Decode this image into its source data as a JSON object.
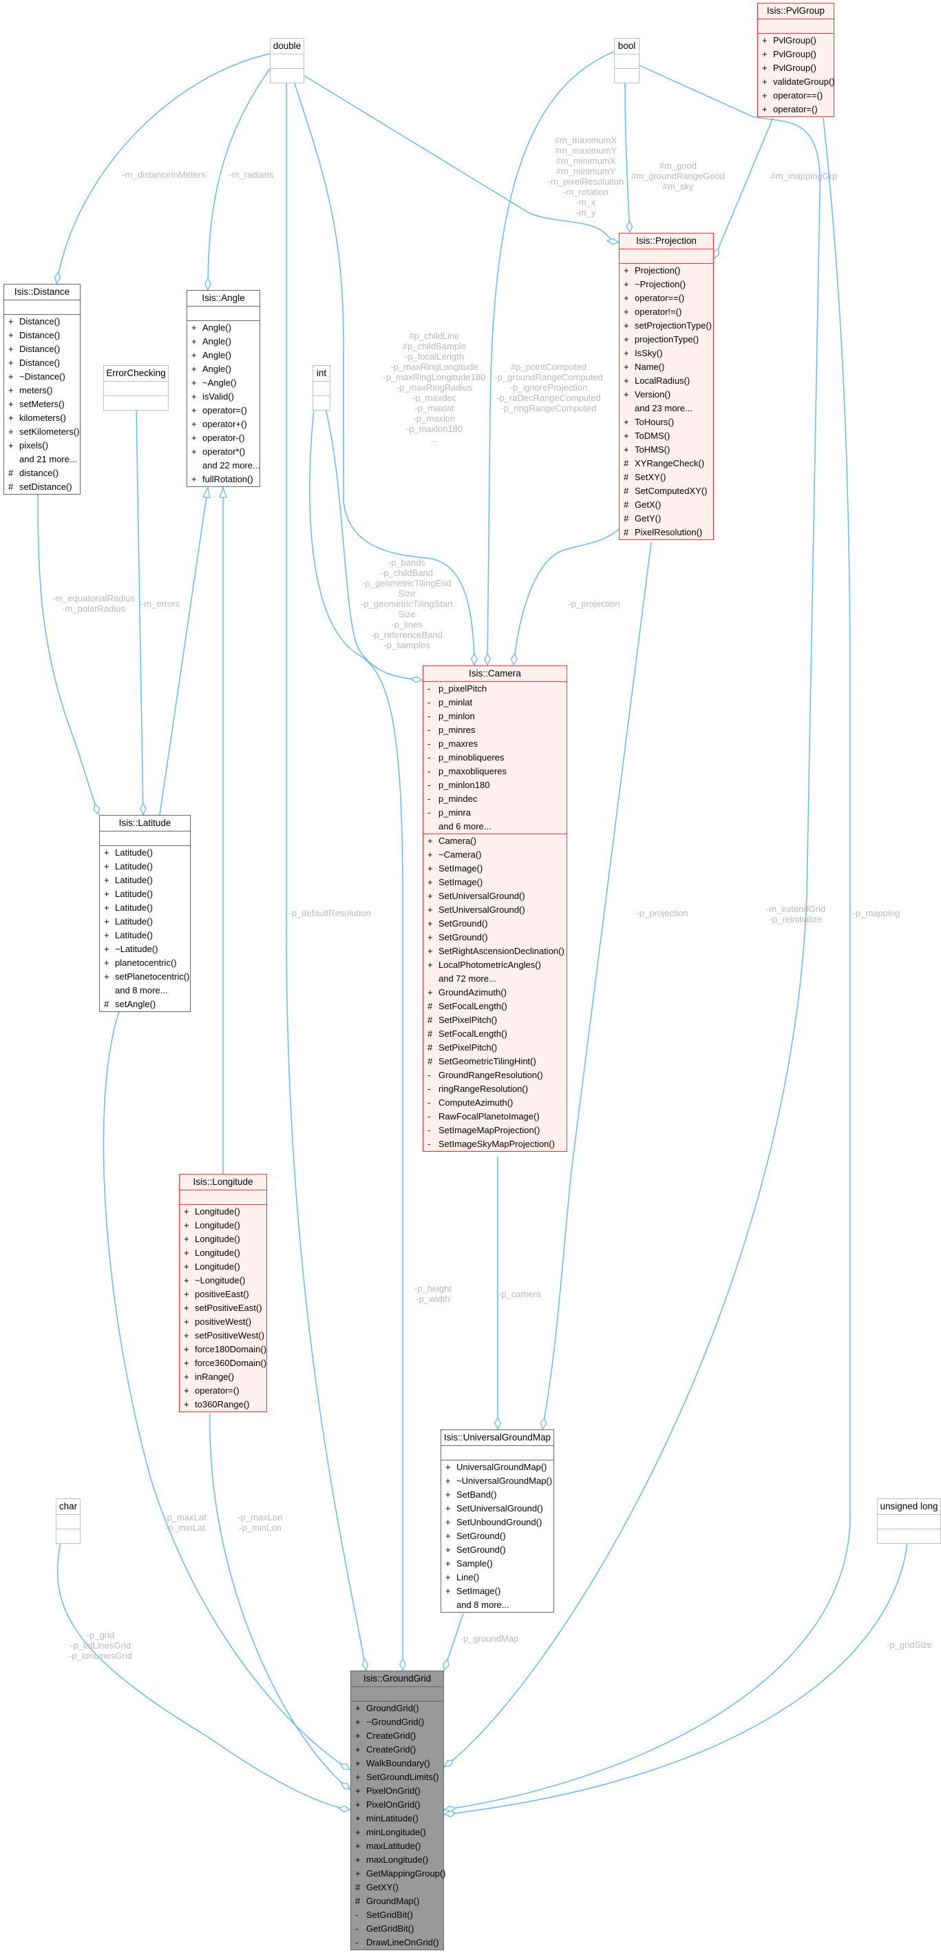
{
  "colors": {
    "edge": "#63b8ff",
    "label": "#b8b8b8",
    "highlight_border": "#ff2a2a",
    "highlight_fill": "#fff0f0",
    "focus_fill": "#999999"
  },
  "boxes": [
    {
      "id": "double",
      "title": "double",
      "style": "type",
      "attributes": [],
      "methods": []
    },
    {
      "id": "bool",
      "title": "bool",
      "style": "type",
      "attributes": [],
      "methods": []
    },
    {
      "id": "pvlgroup",
      "title": "Isis::PvlGroup",
      "style": "red",
      "attributes": [],
      "methods": [
        {
          "v": "+",
          "t": "PvlGroup()"
        },
        {
          "v": "+",
          "t": "PvlGroup()"
        },
        {
          "v": "+",
          "t": "PvlGroup()"
        },
        {
          "v": "+",
          "t": "validateGroup()"
        },
        {
          "v": "+",
          "t": "operator==()"
        },
        {
          "v": "+",
          "t": "operator=()"
        }
      ]
    },
    {
      "id": "projection",
      "title": "Isis::Projection",
      "style": "red",
      "attributes": [],
      "methods": [
        {
          "v": "+",
          "t": "Projection()"
        },
        {
          "v": "+",
          "t": "~Projection()"
        },
        {
          "v": "+",
          "t": "operator==()"
        },
        {
          "v": "+",
          "t": "operator!=()"
        },
        {
          "v": "+",
          "t": "setProjectionType()"
        },
        {
          "v": "+",
          "t": "projectionType()"
        },
        {
          "v": "+",
          "t": "IsSky()"
        },
        {
          "v": "+",
          "t": "Name()"
        },
        {
          "v": "+",
          "t": "LocalRadius()"
        },
        {
          "v": "+",
          "t": "Version()"
        },
        {
          "v": "",
          "t": "and 23 more..."
        },
        {
          "v": "+",
          "t": "ToHours()"
        },
        {
          "v": "+",
          "t": "ToDMS()"
        },
        {
          "v": "+",
          "t": "ToHMS()"
        },
        {
          "v": "#",
          "t": "XYRangeCheck()"
        },
        {
          "v": "#",
          "t": "SetXY()"
        },
        {
          "v": "#",
          "t": "SetComputedXY()"
        },
        {
          "v": "#",
          "t": "GetX()"
        },
        {
          "v": "#",
          "t": "GetY()"
        },
        {
          "v": "#",
          "t": "PixelResolution()"
        }
      ]
    },
    {
      "id": "distance",
      "title": "Isis::Distance",
      "style": "normal",
      "attributes": [],
      "methods": [
        {
          "v": "+",
          "t": "Distance()"
        },
        {
          "v": "+",
          "t": "Distance()"
        },
        {
          "v": "+",
          "t": "Distance()"
        },
        {
          "v": "+",
          "t": "Distance()"
        },
        {
          "v": "+",
          "t": "~Distance()"
        },
        {
          "v": "+",
          "t": "meters()"
        },
        {
          "v": "+",
          "t": "setMeters()"
        },
        {
          "v": "+",
          "t": "kilometers()"
        },
        {
          "v": "+",
          "t": "setKilometers()"
        },
        {
          "v": "+",
          "t": "pixels()"
        },
        {
          "v": "",
          "t": "and 21 more..."
        },
        {
          "v": "#",
          "t": "distance()"
        },
        {
          "v": "#",
          "t": "setDistance()"
        }
      ]
    },
    {
      "id": "angle",
      "title": "Isis::Angle",
      "style": "normal",
      "attributes": [],
      "methods": [
        {
          "v": "+",
          "t": "Angle()"
        },
        {
          "v": "+",
          "t": "Angle()"
        },
        {
          "v": "+",
          "t": "Angle()"
        },
        {
          "v": "+",
          "t": "Angle()"
        },
        {
          "v": "+",
          "t": "~Angle()"
        },
        {
          "v": "+",
          "t": "isValid()"
        },
        {
          "v": "+",
          "t": "operator=()"
        },
        {
          "v": "+",
          "t": "operator+()"
        },
        {
          "v": "+",
          "t": "operator-()"
        },
        {
          "v": "+",
          "t": "operator*()"
        },
        {
          "v": "",
          "t": "and 22 more..."
        },
        {
          "v": "+",
          "t": "fullRotation()"
        }
      ]
    },
    {
      "id": "errorchecking",
      "title": "ErrorChecking",
      "style": "type",
      "attributes": [],
      "methods": []
    },
    {
      "id": "int",
      "title": "int",
      "style": "type",
      "attributes": [],
      "methods": []
    },
    {
      "id": "camera",
      "title": "Isis::Camera",
      "style": "red",
      "attributes": [
        {
          "v": "-",
          "t": "p_pixelPitch"
        },
        {
          "v": "-",
          "t": "p_minlat"
        },
        {
          "v": "-",
          "t": "p_minlon"
        },
        {
          "v": "-",
          "t": "p_minres"
        },
        {
          "v": "-",
          "t": "p_maxres"
        },
        {
          "v": "-",
          "t": "p_minobliqueres"
        },
        {
          "v": "-",
          "t": "p_maxobliqueres"
        },
        {
          "v": "-",
          "t": "p_minlon180"
        },
        {
          "v": "-",
          "t": "p_mindec"
        },
        {
          "v": "-",
          "t": "p_minra"
        },
        {
          "v": "",
          "t": "and 6 more..."
        }
      ],
      "methods": [
        {
          "v": "+",
          "t": "Camera()"
        },
        {
          "v": "+",
          "t": "~Camera()"
        },
        {
          "v": "+",
          "t": "SetImage()"
        },
        {
          "v": "+",
          "t": "SetImage()"
        },
        {
          "v": "+",
          "t": "SetUniversalGround()"
        },
        {
          "v": "+",
          "t": "SetUniversalGround()"
        },
        {
          "v": "+",
          "t": "SetGround()"
        },
        {
          "v": "+",
          "t": "SetGround()"
        },
        {
          "v": "+",
          "t": "SetRightAscensionDeclination()"
        },
        {
          "v": "+",
          "t": "LocalPhotometricAngles()"
        },
        {
          "v": "",
          "t": "and 72 more..."
        },
        {
          "v": "+",
          "t": "GroundAzimuth()"
        },
        {
          "v": "#",
          "t": "SetFocalLength()"
        },
        {
          "v": "#",
          "t": "SetPixelPitch()"
        },
        {
          "v": "#",
          "t": "SetFocalLength()"
        },
        {
          "v": "#",
          "t": "SetPixelPitch()"
        },
        {
          "v": "#",
          "t": "SetGeometricTilingHint()"
        },
        {
          "v": "-",
          "t": "GroundRangeResolution()"
        },
        {
          "v": "-",
          "t": "ringRangeResolution()"
        },
        {
          "v": "-",
          "t": "ComputeAzimuth()"
        },
        {
          "v": "-",
          "t": "RawFocalPlanetoImage()"
        },
        {
          "v": "-",
          "t": "SetImageMapProjection()"
        },
        {
          "v": "-",
          "t": "SetImageSkyMapProjection()"
        }
      ]
    },
    {
      "id": "latitude",
      "title": "Isis::Latitude",
      "style": "normal",
      "attributes": [],
      "methods": [
        {
          "v": "+",
          "t": "Latitude()"
        },
        {
          "v": "+",
          "t": "Latitude()"
        },
        {
          "v": "+",
          "t": "Latitude()"
        },
        {
          "v": "+",
          "t": "Latitude()"
        },
        {
          "v": "+",
          "t": "Latitude()"
        },
        {
          "v": "+",
          "t": "Latitude()"
        },
        {
          "v": "+",
          "t": "Latitude()"
        },
        {
          "v": "+",
          "t": "~Latitude()"
        },
        {
          "v": "+",
          "t": "planetocentric()"
        },
        {
          "v": "+",
          "t": "setPlanetocentric()"
        },
        {
          "v": "",
          "t": "and 8 more..."
        },
        {
          "v": "#",
          "t": "setAngle()"
        }
      ]
    },
    {
      "id": "longitude",
      "title": "Isis::Longitude",
      "style": "red",
      "attributes": [],
      "methods": [
        {
          "v": "+",
          "t": "Longitude()"
        },
        {
          "v": "+",
          "t": "Longitude()"
        },
        {
          "v": "+",
          "t": "Longitude()"
        },
        {
          "v": "+",
          "t": "Longitude()"
        },
        {
          "v": "+",
          "t": "Longitude()"
        },
        {
          "v": "+",
          "t": "~Longitude()"
        },
        {
          "v": "+",
          "t": "positiveEast()"
        },
        {
          "v": "+",
          "t": "setPositiveEast()"
        },
        {
          "v": "+",
          "t": "positiveWest()"
        },
        {
          "v": "+",
          "t": "setPositiveWest()"
        },
        {
          "v": "+",
          "t": "force180Domain()"
        },
        {
          "v": "+",
          "t": "force360Domain()"
        },
        {
          "v": "+",
          "t": "inRange()"
        },
        {
          "v": "+",
          "t": "operator=()"
        },
        {
          "v": "+",
          "t": "to360Range()"
        }
      ]
    },
    {
      "id": "ugm",
      "title": "Isis::UniversalGroundMap",
      "style": "normal",
      "attributes": [],
      "methods": [
        {
          "v": "+",
          "t": "UniversalGroundMap()"
        },
        {
          "v": "+",
          "t": "~UniversalGroundMap()"
        },
        {
          "v": "+",
          "t": "SetBand()"
        },
        {
          "v": "+",
          "t": "SetUniversalGround()"
        },
        {
          "v": "+",
          "t": "SetUnboundGround()"
        },
        {
          "v": "+",
          "t": "SetGround()"
        },
        {
          "v": "+",
          "t": "SetGround()"
        },
        {
          "v": "+",
          "t": "Sample()"
        },
        {
          "v": "+",
          "t": "Line()"
        },
        {
          "v": "+",
          "t": "SetImage()"
        },
        {
          "v": "",
          "t": "and 8 more..."
        }
      ]
    },
    {
      "id": "char",
      "title": "char",
      "style": "type",
      "attributes": [],
      "methods": []
    },
    {
      "id": "ulong",
      "title": "unsigned long",
      "style": "type",
      "attributes": [],
      "methods": []
    },
    {
      "id": "groundgrid",
      "title": "Isis::GroundGrid",
      "style": "focus",
      "attributes": [],
      "methods": [
        {
          "v": "+",
          "t": "GroundGrid()"
        },
        {
          "v": "+",
          "t": "~GroundGrid()"
        },
        {
          "v": "+",
          "t": "CreateGrid()"
        },
        {
          "v": "+",
          "t": "CreateGrid()"
        },
        {
          "v": "+",
          "t": "WalkBoundary()"
        },
        {
          "v": "+",
          "t": "SetGroundLimits()"
        },
        {
          "v": "+",
          "t": "PixelOnGrid()"
        },
        {
          "v": "+",
          "t": "PixelOnGrid()"
        },
        {
          "v": "+",
          "t": "minLatitude()"
        },
        {
          "v": "+",
          "t": "minLongitude()"
        },
        {
          "v": "+",
          "t": "maxLatitude()"
        },
        {
          "v": "+",
          "t": "maxLongitude()"
        },
        {
          "v": "+",
          "t": "GetMappingGroup()"
        },
        {
          "v": "#",
          "t": "GetXY()"
        },
        {
          "v": "#",
          "t": "GroundMap()"
        },
        {
          "v": "-",
          "t": "SetGridBit()"
        },
        {
          "v": "-",
          "t": "GetGridBit()"
        },
        {
          "v": "-",
          "t": "DrawLineOnGrid()"
        }
      ]
    }
  ],
  "edge_labels": [
    {
      "id": "distInMeters",
      "lines": [
        "-m_distanceInMeters"
      ]
    },
    {
      "id": "radians",
      "lines": [
        "-m_radians"
      ]
    },
    {
      "id": "projMembers",
      "lines": [
        "#m_maximumX",
        "#m_maximumY",
        "#m_minimumX",
        "#m_minimumY",
        "-m_pixelResolution",
        "-m_rotation",
        "-m_x",
        "-m_y"
      ]
    },
    {
      "id": "good",
      "lines": [
        "#m_good",
        "#m_groundRangeGood",
        "#m_sky"
      ]
    },
    {
      "id": "mappingGrp",
      "lines": [
        "#m_mappingGrp"
      ]
    },
    {
      "id": "childLine",
      "lines": [
        "#p_childLine",
        "#p_childSample",
        "-p_focalLength",
        "-p_maxRingLongitude",
        "-p_maxRingLongitude180",
        "-p_maxRingRadius",
        "-p_maxdec",
        "-p_maxlat",
        "-p_maxlon",
        "-p_maxlon180",
        "..."
      ]
    },
    {
      "id": "pointComputed",
      "lines": [
        "#p_pointComputed",
        "-p_groundRangeComputed",
        "-p_ignoreProjection",
        "-p_raDecRangeComputed",
        "-p_ringRangeComputed"
      ]
    },
    {
      "id": "bands",
      "lines": [
        "-p_bands",
        "-p_childBand",
        "-p_geometricTilingEnd",
        "Size",
        "-p_geometricTilingStart",
        "Size",
        "-p_lines",
        "-p_referenceBand",
        "-p_samples"
      ]
    },
    {
      "id": "projection1",
      "lines": [
        "-p_projection"
      ]
    },
    {
      "id": "eqRadius",
      "lines": [
        "-m_equatorialRadius",
        "-m_polarRadius"
      ]
    },
    {
      "id": "errors",
      "lines": [
        "-m_errors"
      ]
    },
    {
      "id": "defaultRes",
      "lines": [
        "-p_defaultResolution"
      ]
    },
    {
      "id": "projection2",
      "lines": [
        "-p_projection"
      ]
    },
    {
      "id": "extendGrid",
      "lines": [
        "-m_extendGrid",
        "-p_reinitialize"
      ]
    },
    {
      "id": "mapping",
      "lines": [
        "-p_mapping"
      ]
    },
    {
      "id": "heightWidth",
      "lines": [
        "-p_height",
        "-p_width"
      ]
    },
    {
      "id": "camera",
      "lines": [
        "-p_camera"
      ]
    },
    {
      "id": "maxLat",
      "lines": [
        "-p_maxLat",
        "-p_minLat"
      ]
    },
    {
      "id": "maxLon",
      "lines": [
        "-p_maxLon",
        "-p_minLon"
      ]
    },
    {
      "id": "grid",
      "lines": [
        "-p_grid",
        "-p_latLinesGrid",
        "-p_lonLinesGrid"
      ]
    },
    {
      "id": "groundMap",
      "lines": [
        "-p_groundMap"
      ]
    },
    {
      "id": "gridSize",
      "lines": [
        "-p_gridSize"
      ]
    }
  ]
}
